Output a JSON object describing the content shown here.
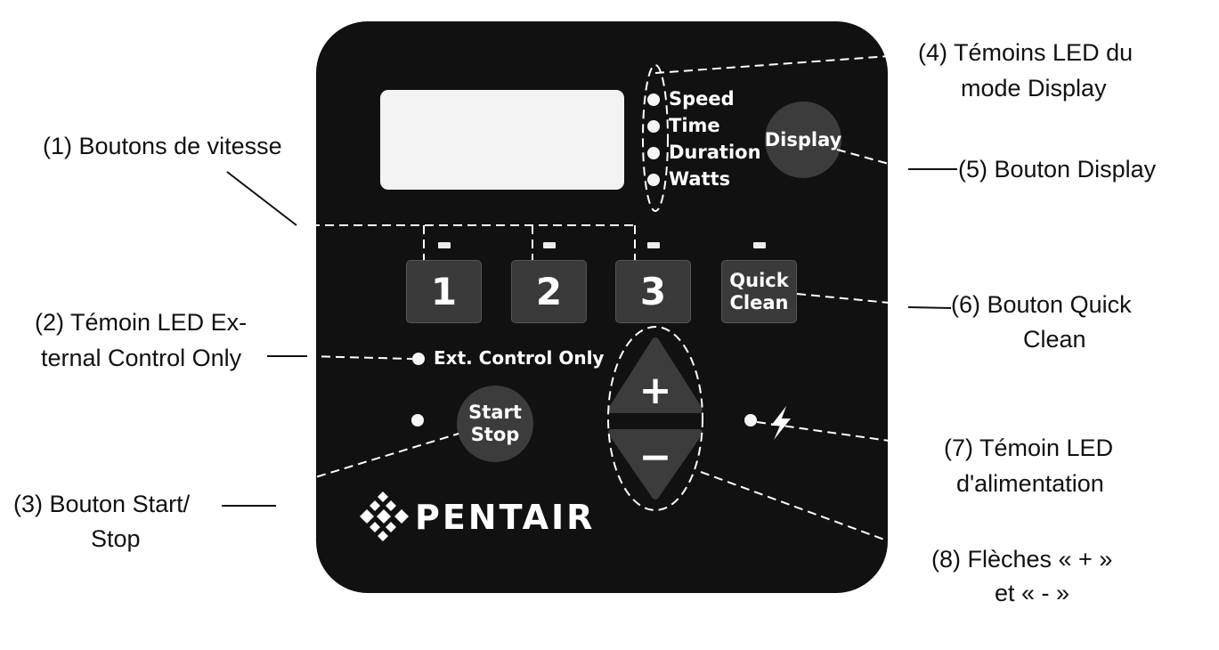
{
  "panel": {
    "mode_leds": [
      "Speed",
      "Time",
      "Duration",
      "Watts"
    ],
    "speed_buttons": [
      "1",
      "2",
      "3"
    ],
    "quick_clean": [
      "Quick",
      "Clean"
    ],
    "display_button": "Display",
    "ext_control_label": "Ext. Control Only",
    "start_stop": [
      "Start",
      "Stop"
    ],
    "plus_symbol": "+",
    "minus_symbol": "−",
    "power_symbol": "⚡",
    "brand": "PENTAIR"
  },
  "callouts": {
    "c1": "(1) Boutons de vitesse",
    "c2_line1": "(2) Témoin LED Ex-",
    "c2_line2": "ternal Control Only",
    "c3_line1": "(3) Bouton Start/",
    "c3_line2": "Stop",
    "c4_line1": "(4) Témoins LED du",
    "c4_line2": "mode Display",
    "c5": "(5) Bouton Display",
    "c6_line1": "(6) Bouton Quick",
    "c6_line2": "Clean",
    "c7_line1": "(7) Témoin LED",
    "c7_line2": "d'alimentation",
    "c8_line1": "(8) Flèches « + »",
    "c8_line2": "et « - »"
  },
  "colors": {
    "panel": "#111111",
    "button": "#3a3a3a",
    "led": "#f5f5f5",
    "leader": "#111111",
    "leader_on_panel": "#ffffff"
  }
}
